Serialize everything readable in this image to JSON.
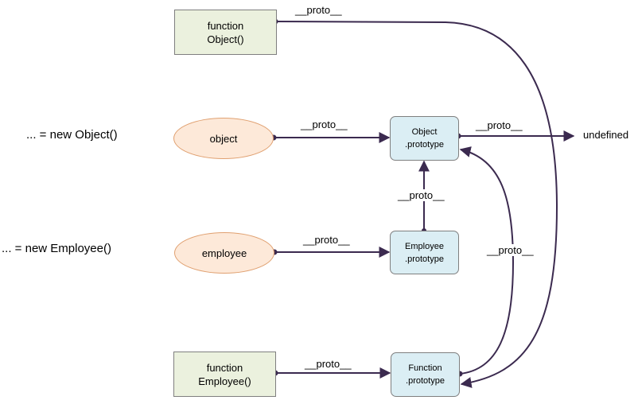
{
  "nodes": {
    "function_object": "function\nObject()",
    "object_instance": "object",
    "object_prototype": "Object\n.prototype",
    "employee_instance": "employee",
    "employee_prototype": "Employee\n.prototype",
    "function_employee": "function\nEmployee()",
    "function_prototype": "Function\n.prototype",
    "undefined": "undefined"
  },
  "side_labels": {
    "new_object": "... = new Object()",
    "new_employee": "... = new Employee()"
  },
  "edge_labels": {
    "function_object_to_function_prototype": "__proto__",
    "object_to_object_prototype": "__proto__",
    "object_prototype_to_undefined": "__proto__",
    "employee_prototype_to_object_prototype": "__proto__",
    "employee_to_employee_prototype": "__proto__",
    "function_prototype_to_object_prototype": "__proto__",
    "function_employee_to_function_prototype": "__proto__"
  },
  "colors": {
    "function_box_fill": "#ebf1de",
    "prototype_box_fill": "#dbeef4",
    "instance_ellipse_fill": "#fde9d9",
    "edge_color": "#3b2a4f"
  }
}
